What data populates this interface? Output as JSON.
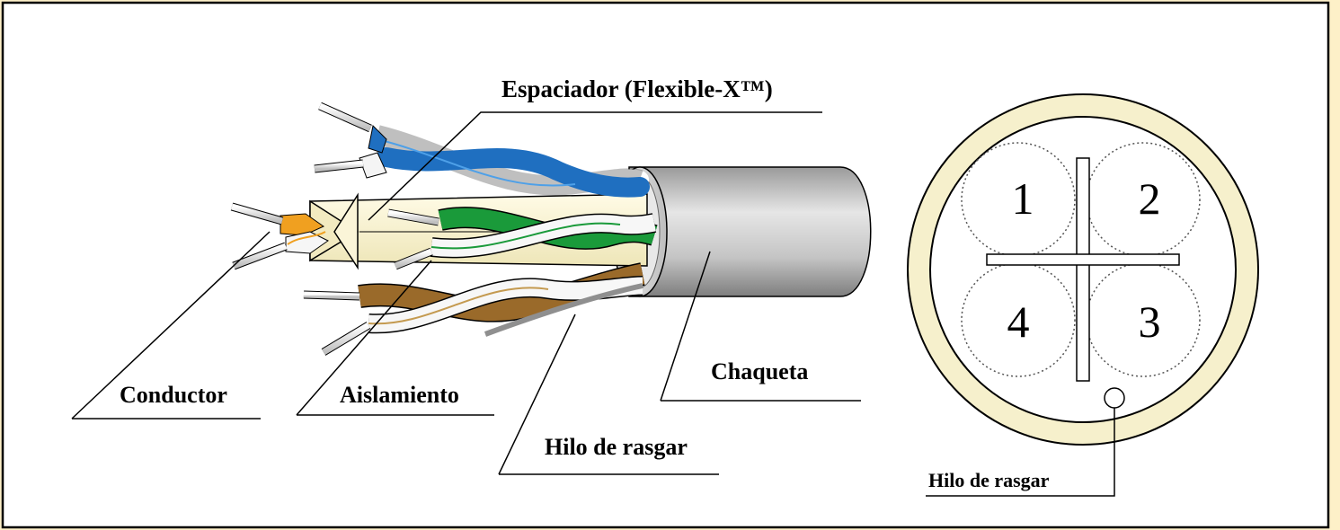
{
  "labels": {
    "spacer": "Espaciador (Flexible-X™)",
    "conductor": "Conductor",
    "insulation": "Aislamiento",
    "jacket": "Chaqueta",
    "ripcord": "Hilo de rasgar",
    "ripcord_section": "Hilo de rasgar"
  },
  "pairs": [
    "1",
    "2",
    "3",
    "4"
  ],
  "colors": {
    "background_accent": "#fdf0c8",
    "pair_blue": "#1f6fc0",
    "pair_green": "#1a9a3a",
    "pair_orange": "#f0a020",
    "pair_brown": "#9a6a2a",
    "jacket_gray": "#b8b8b8",
    "cross_section_ring": "#f6f0cc"
  }
}
